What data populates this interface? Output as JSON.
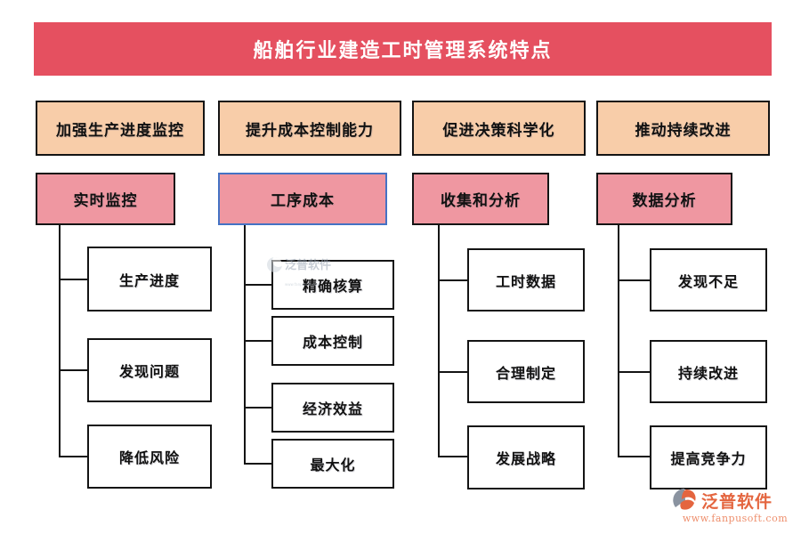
{
  "title": "船舶行业建造工时管理系统特点",
  "colors": {
    "banner": "#e55060",
    "header_fill": "#f8cda9",
    "sub_fill": "#ef97a1",
    "selected_border": "#4472c4",
    "box_border": "#141414"
  },
  "columns": [
    {
      "header": "加强生产进度监控",
      "sub": "实时监控",
      "leaves": [
        "生产进度",
        "发现问题",
        "降低风险"
      ]
    },
    {
      "header": "提升成本控制能力",
      "sub": "工序成本",
      "leaves": [
        "精确核算",
        "成本控制",
        "经济效益",
        "最大化"
      ]
    },
    {
      "header": "促进决策科学化",
      "sub": "收集和分析",
      "leaves": [
        "工时数据",
        "合理制定",
        "发展战略"
      ]
    },
    {
      "header": "推动持续改进",
      "sub": "数据分析",
      "leaves": [
        "发现不足",
        "持续改进",
        "提高竞争力"
      ]
    }
  ],
  "watermark": {
    "brand": "泛普软件",
    "sub": "www.fanpusoft.com"
  },
  "logo": {
    "brand": "泛普软件",
    "url": "www.fanpusoft.com"
  }
}
